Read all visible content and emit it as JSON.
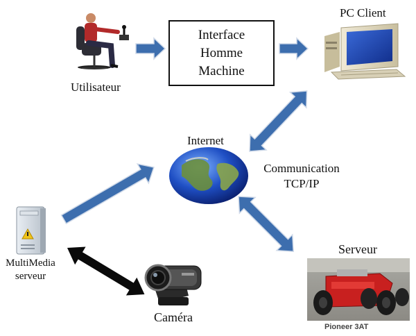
{
  "nodes": {
    "user": {
      "label": "Utilisateur",
      "icon": "seated-user-icon"
    },
    "hmi": {
      "lines": [
        "Interface",
        "Homme",
        "Machine"
      ]
    },
    "pc_client": {
      "label": "PC Client",
      "icon": "desktop-computer-icon"
    },
    "internet": {
      "label": "Internet",
      "icon": "globe-icon"
    },
    "communication": {
      "lines": [
        "Communication",
        "TCP/IP"
      ]
    },
    "multimedia": {
      "lines": [
        "MultiMedia",
        "serveur"
      ],
      "icon": "server-tower-icon"
    },
    "camera": {
      "label": "Caméra",
      "icon": "webcam-icon"
    },
    "server": {
      "label": "Serveur",
      "icon": "pioneer-robot-icon",
      "caption": "Pioneer 3AT"
    }
  },
  "colors": {
    "arrow_fill": "#3d6eae",
    "arrow_stroke": "#cfd9e8",
    "black_arrow": "#0a0a0a"
  }
}
